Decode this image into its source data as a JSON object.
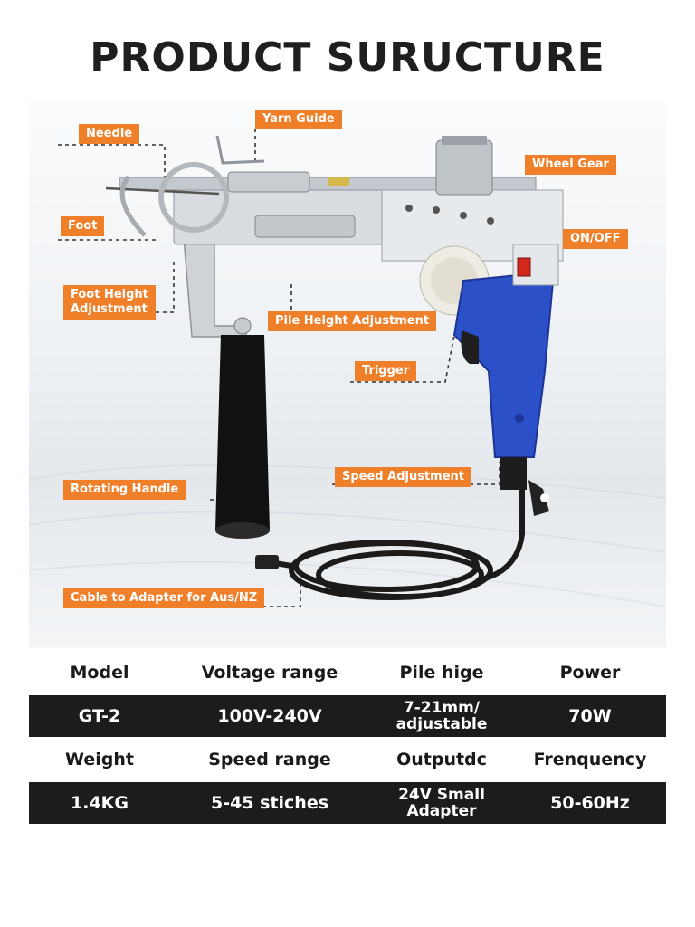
{
  "title": "PRODUCT SURUCTURE",
  "labels": {
    "needle": "Needle",
    "yarn_guide": "Yarn Guide",
    "wheel_gear": "Wheel Gear",
    "foot": "Foot",
    "on_off": "ON/OFF",
    "foot_height": "Foot Height\nAdjustment",
    "pile_height": "Pile Height  Adjustment",
    "trigger": "Trigger",
    "speed_adjustment": "Speed Adjustment",
    "rotating_handle": "Rotating Handle",
    "cable": "Cable to Adapter for Aus/NZ"
  },
  "colors": {
    "label_bg": "#f07f2a",
    "gun_blue": "#2b50c8",
    "table_dark": "#1c1c1c"
  },
  "specs": {
    "row1": [
      "Model",
      "Voltage range",
      "Pile hige",
      "Power"
    ],
    "row2": [
      "GT-2",
      "100V-240V",
      "7-21mm/\nadjustable",
      "70W"
    ],
    "row3": [
      "Weight",
      "Speed range",
      "Outputdc",
      "Frenquency"
    ],
    "row4": [
      "1.4KG",
      "5-45 stiches",
      "24V Small\nAdapter",
      "50-60Hz"
    ]
  }
}
